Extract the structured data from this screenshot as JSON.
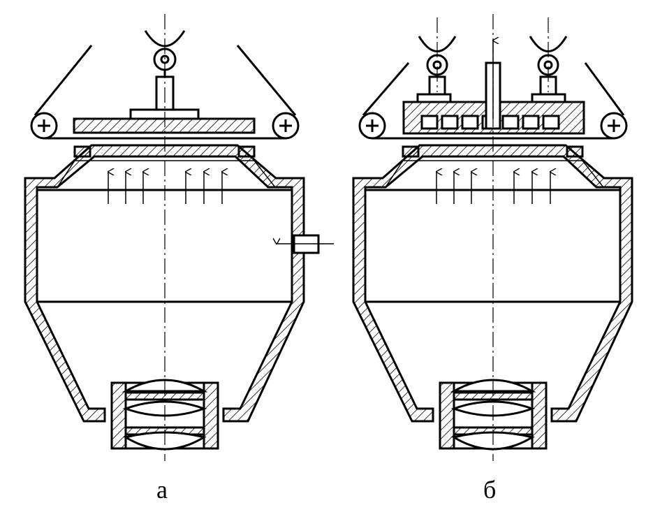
{
  "figure": {
    "panels": [
      {
        "id": "a",
        "label": "а"
      },
      {
        "id": "b",
        "label": "б"
      }
    ]
  },
  "colors": {
    "stroke": "#000000",
    "background": "#ffffff"
  }
}
